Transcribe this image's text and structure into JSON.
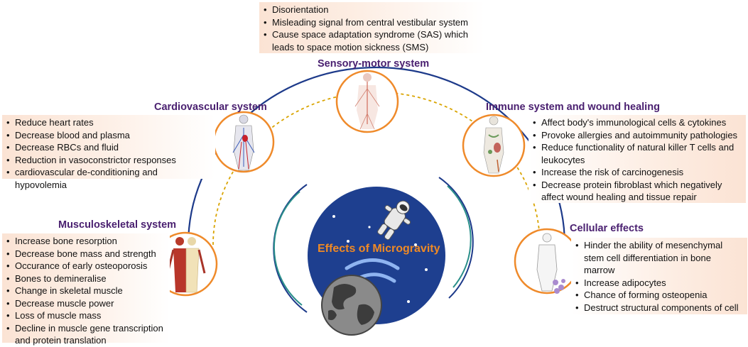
{
  "center": {
    "label": "Effects of Microgravity"
  },
  "sections": {
    "sensory": {
      "title": "Sensory-motor system",
      "items": [
        "Disorientation",
        "Misleading signal from central vestibular system",
        "Cause space adaptation syndrome (SAS) which leads to space motion sickness (SMS)"
      ]
    },
    "cardio": {
      "title": "Cardiovascular system",
      "items": [
        "Reduce heart rates",
        "Decrease blood and plasma",
        "Decrease RBCs and fluid",
        "Reduction in vasoconstrictor responses",
        "cardiovascular de-conditioning and hypovolemia"
      ]
    },
    "immune": {
      "title": "Immune system and wound healing",
      "items": [
        "Affect body's immunological cells & cytokines",
        "Provoke allergies and autoimmunity pathologies",
        "Reduce functionality of natural killer T cells and leukocytes",
        "Increase the risk of carcinogenesis",
        "Decrease protein fibroblast which negatively affect wound healing and tissue repair"
      ]
    },
    "musculo": {
      "title": "Musculoskeletal system",
      "items": [
        "Increase bone resorption",
        "Decrease bone mass and strength",
        "Occurance of early osteoporosis",
        "Bones to demineralise",
        "Change in skeletal muscle",
        "Decrease muscle power",
        "Loss of muscle mass",
        "Decline in muscle gene transcription and protein translation"
      ]
    },
    "cellular": {
      "title": "Cellular effects",
      "items": [
        "Hinder the ability of mesenchymal stem cell differentiation in bone marrow",
        "Increase adipocytes",
        "Chance of forming osteopenia",
        "Destruct structural components of cell"
      ]
    }
  },
  "colors": {
    "title": "#4a2070",
    "accent": "#f08a24",
    "arc": "#1d3a8a",
    "space": "#1e3f8f"
  }
}
